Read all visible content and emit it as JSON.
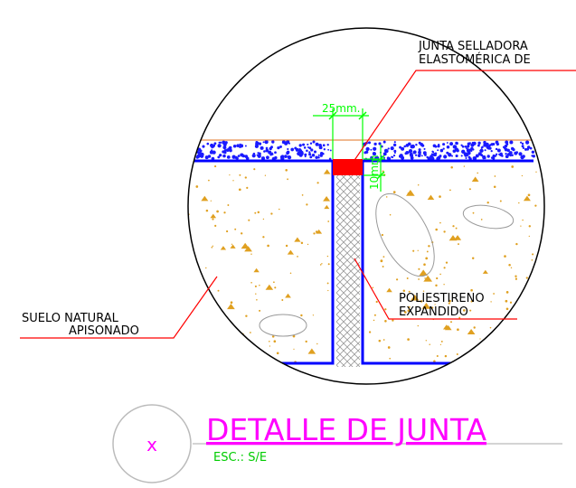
{
  "labels": {
    "sealant_line1": "JUNTA  SELLADORA",
    "sealant_line2": "ELASTOMÉRICA  DE",
    "joint_width": "25mm.",
    "seal_depth": "10mm",
    "soil_line1": "SUELO  NATURAL",
    "soil_line2": "APISONADO",
    "filler_line1": "POLIESTIRENO",
    "filler_line2": "EXPANDIDO"
  },
  "title_block": {
    "marker": "x",
    "title": "DETALLE DE JUNTA",
    "scale": "ESC.: S/E"
  },
  "colors": {
    "outline": "#000000",
    "slab_edge": "#0000ff",
    "aggregate": "#1a1aff",
    "sealant": "#ff0000",
    "leader": "#ff0000",
    "dimension": "#00ff00",
    "soil_speckle": "#e0a020",
    "title": "#ff00ff",
    "filler_hatch": "#888888"
  }
}
